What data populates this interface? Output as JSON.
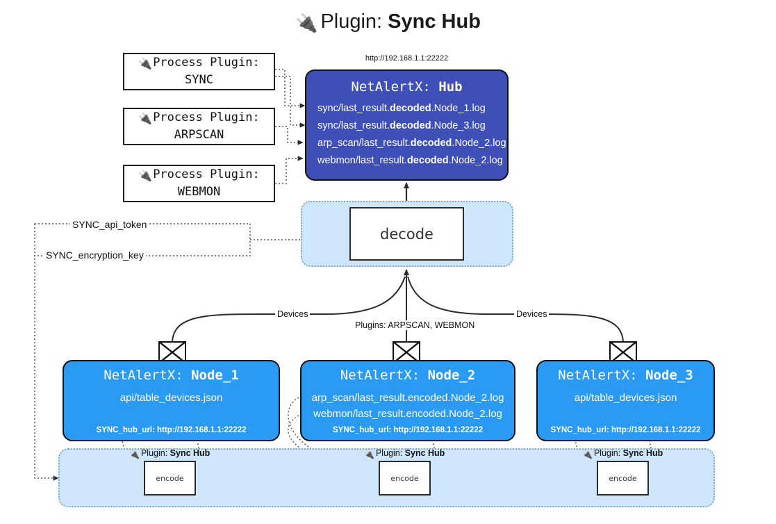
{
  "title": {
    "icon": "plug-icon",
    "glyph": "🔌",
    "lead": "Plugin: ",
    "strong": "Sync Hub"
  },
  "hub": {
    "url": "http://192.168.1.1:22222",
    "title_prefix": "NetAlertX: ",
    "title_name": "Hub",
    "lines": [
      {
        "pre": "sync/last_result.",
        "mid": "decoded",
        "post": ".Node_1.log"
      },
      {
        "pre": "sync/last_result.",
        "mid": "decoded",
        "post": ".Node_3.log"
      },
      {
        "pre": "arp_scan/last_result.",
        "mid": "decoded",
        "post": ".Node_2.log"
      },
      {
        "pre": "webmon/last_result.",
        "mid": "decoded",
        "post": ".Node_2.log"
      }
    ],
    "color": "#3f4fb8"
  },
  "process_plugins": [
    {
      "glyph": "🔌",
      "line1": "Process Plugin:",
      "line2": "SYNC"
    },
    {
      "glyph": "🔌",
      "line1": "Process Plugin:",
      "line2": "ARPSCAN"
    },
    {
      "glyph": "🔌",
      "line1": "Process Plugin:",
      "line2": "WEBMON"
    }
  ],
  "decode": {
    "label": "decode",
    "region_color": "#cfe6fa"
  },
  "tokens": [
    {
      "label": "SYNC_api_token"
    },
    {
      "label": "SYNC_encryption_key"
    }
  ],
  "edge_labels": {
    "devices_left": "Devices",
    "plugins_center": "Plugins: ARPSCAN, WEBMON",
    "devices_right": "Devices"
  },
  "nodes": [
    {
      "title_prefix": "NetAlertX: ",
      "title_name": "Node_1",
      "lines": [
        "api/table_devices.json"
      ],
      "footer": "SYNC_hub_url: http://192.168.1.1:22222",
      "color": "#2b9af3"
    },
    {
      "title_prefix": "NetAlertX: ",
      "title_name": "Node_2",
      "lines": [
        "arp_scan/last_result.encoded.Node_2.log",
        "webmon/last_result.encoded.Node_2.log"
      ],
      "footer": "SYNC_hub_url: http://192.168.1.1:22222",
      "color": "#2b9af3"
    },
    {
      "title_prefix": "NetAlertX: ",
      "title_name": "Node_3",
      "lines": [
        "api/table_devices.json"
      ],
      "footer": "SYNC_hub_url: http://192.168.1.1:22222",
      "color": "#2b9af3"
    }
  ],
  "encoders": [
    {
      "glyph": "🔌",
      "caption_lead": "Plugin: ",
      "caption_strong": "Sync Hub",
      "label": "encode"
    },
    {
      "glyph": "🔌",
      "caption_lead": "Plugin: ",
      "caption_strong": "Sync Hub",
      "label": "encode"
    },
    {
      "glyph": "🔌",
      "caption_lead": "Plugin: ",
      "caption_strong": "Sync Hub",
      "label": "encode"
    }
  ]
}
